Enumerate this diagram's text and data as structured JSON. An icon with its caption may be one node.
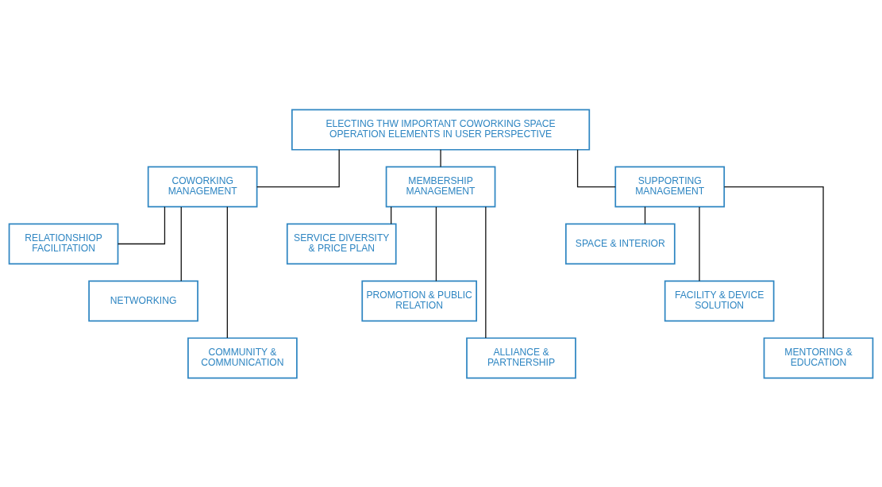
{
  "diagram": {
    "nodes": [
      {
        "text": [
          "ELECTING THW IMPORTANT COWORKING SPACE OPERATION ELEMENTS IN USER PERSPECTIVE"
        ]
      },
      {
        "text": [
          "COWORKING MANAGEMENT"
        ]
      },
      {
        "text": [
          "RELATIONSHIOP FACILITATION"
        ]
      },
      {
        "text": [
          "NETWORKING"
        ]
      },
      {
        "text": [
          "COMMUNITY & COMMUNICATION"
        ]
      },
      {
        "text": [
          "MEMBERSHIP MANAGEMENT"
        ]
      },
      {
        "text": [
          "SERVICE DIVERSITY & PRICE PLAN"
        ]
      },
      {
        "text": [
          "PROMOTION & PUBLIC RELATION"
        ]
      },
      {
        "text": [
          "ALLIANCE & PARTNERSHIP"
        ]
      },
      {
        "text": [
          "SUPPORTING MANAGEMENT"
        ]
      },
      {
        "text": [
          "SPACE & INTERIOR"
        ]
      },
      {
        "text": [
          "FACILITY & DEVICE SOLUTION"
        ]
      },
      {
        "text": [
          "MENTORING & EDUCATION"
        ]
      }
    ],
    "edges": [
      {
        "from": 0,
        "to": 1,
        "arrow": "none"
      },
      {
        "from": 0,
        "to": 5,
        "arrow": "none"
      },
      {
        "from": 0,
        "to": 9,
        "arrow": "none"
      },
      {
        "from": 1,
        "to": 2,
        "arrow": "none"
      },
      {
        "from": 1,
        "to": 3,
        "arrow": "none"
      },
      {
        "from": 1,
        "to": 4,
        "arrow": "none"
      },
      {
        "from": 5,
        "to": 6,
        "arrow": "none"
      },
      {
        "from": 5,
        "to": 7,
        "arrow": "none"
      },
      {
        "from": 5,
        "to": 8,
        "arrow": "none"
      },
      {
        "from": 9,
        "to": 10,
        "arrow": "none"
      },
      {
        "from": 9,
        "to": 11,
        "arrow": "none"
      },
      {
        "from": 9,
        "to": 12,
        "arrow": "none"
      }
    ]
  }
}
